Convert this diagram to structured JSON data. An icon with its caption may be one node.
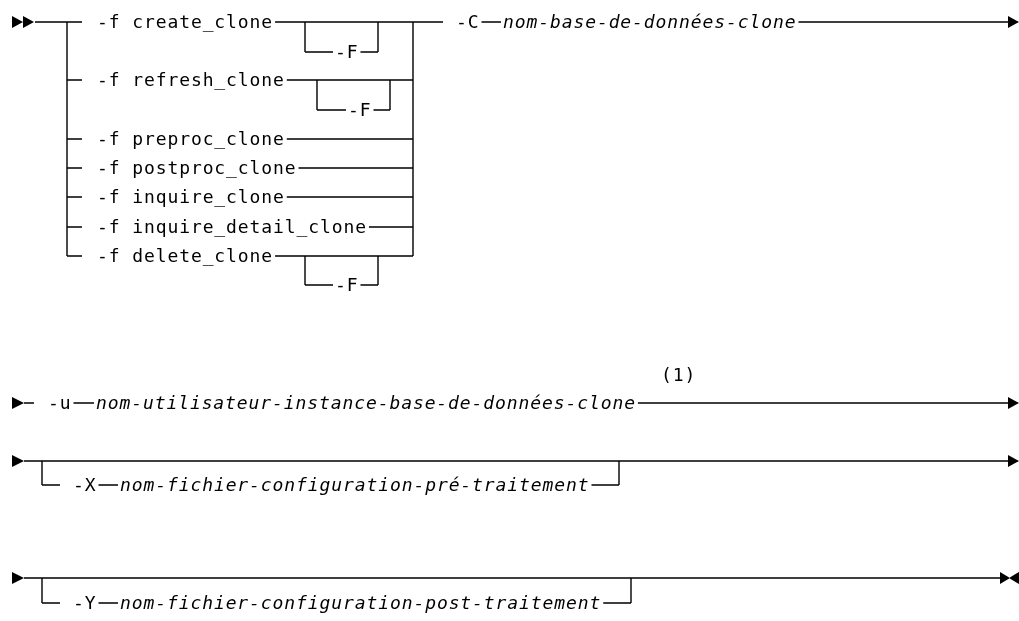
{
  "diagram": {
    "labels": [
      "-f create_clone",
      "-C",
      "nom-base-de-données-clone",
      "-F",
      "-f refresh_clone",
      "-F",
      "-f preproc_clone",
      "-f postproc_clone",
      "-f inquire_clone",
      "-f inquire_detail_clone",
      "-f delete_clone",
      "-F",
      "(1)",
      "-u",
      "nom-utilisateur-instance-base-de-données-clone",
      "-X",
      "nom-fichier-configuration-pré-traitement",
      "-Y",
      "nom-fichier-configuration-post-traitement"
    ]
  }
}
